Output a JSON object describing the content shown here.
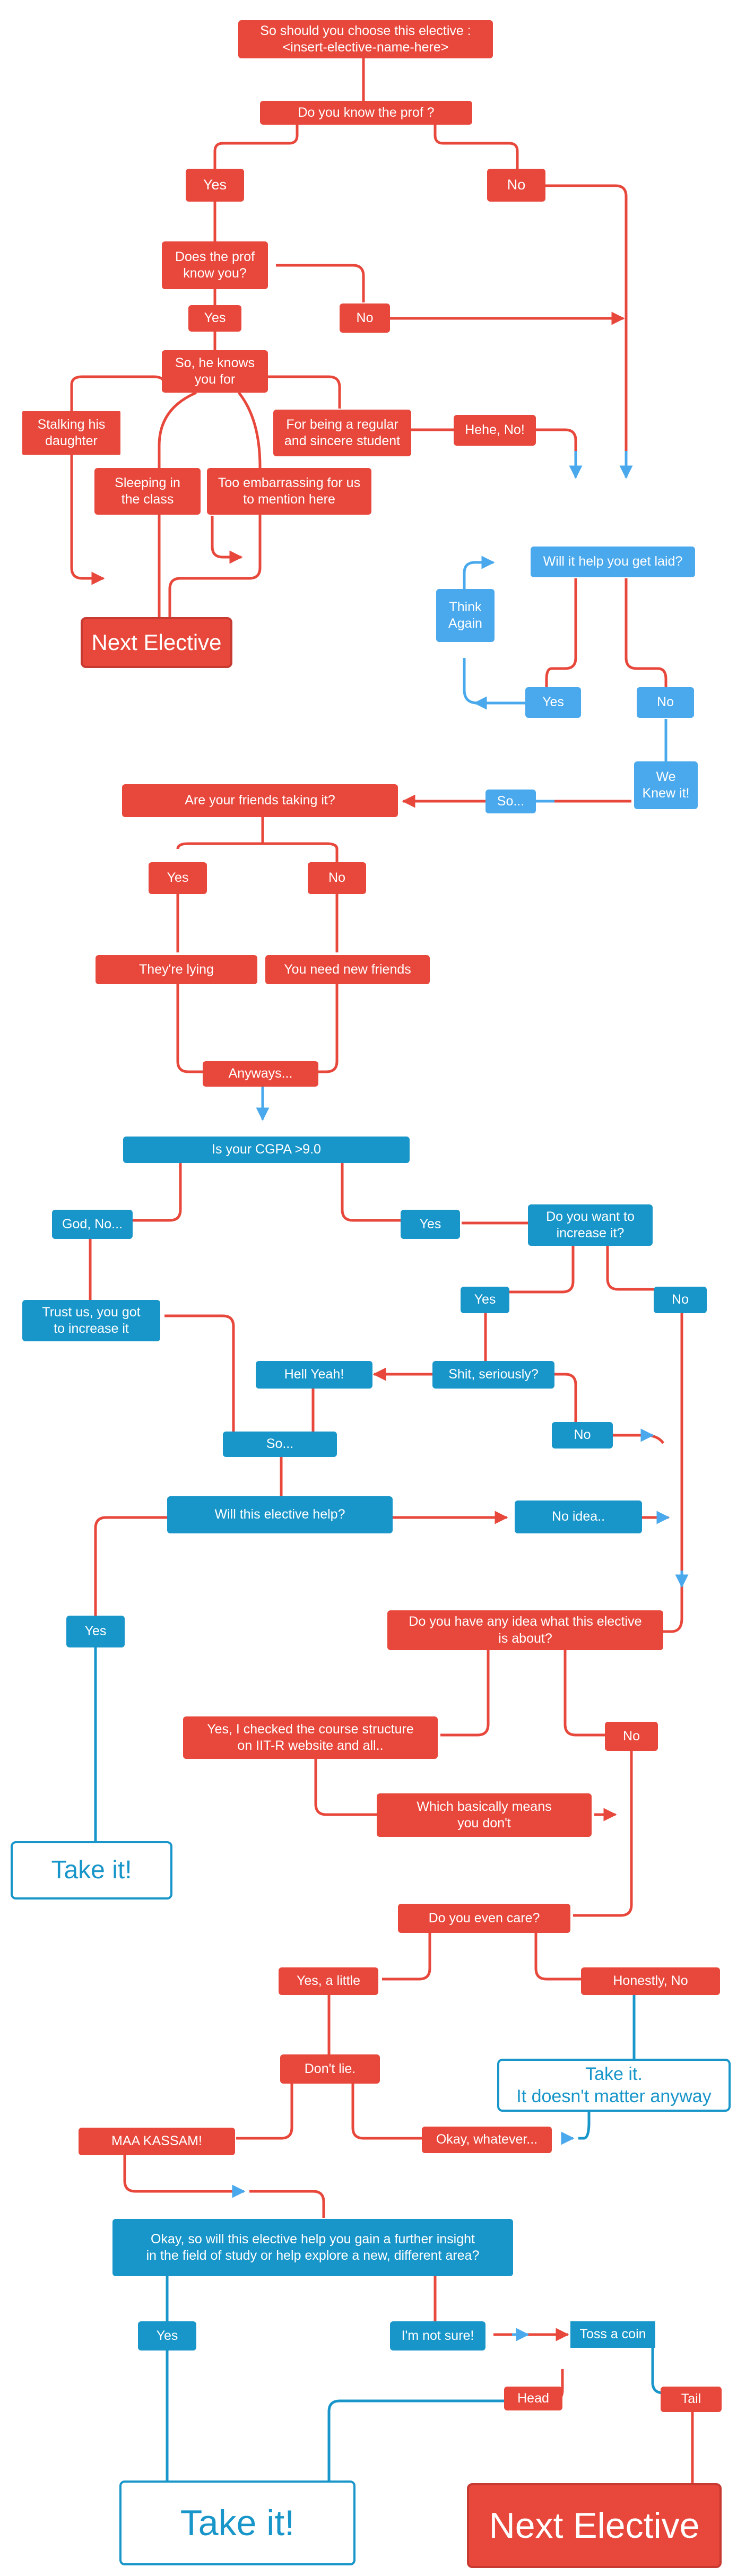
{
  "colors": {
    "red": "#e8473b",
    "blue": "#1895c9",
    "light_blue": "#4aa8ec",
    "white": "#ffffff"
  },
  "nodes": {
    "start": "So should you choose this elective :\n<insert-elective-name-here>",
    "know_prof": "Do you know the prof ?",
    "yes1": "Yes",
    "no1": "No",
    "prof_knows": "Does the prof\nknow you?",
    "yes2": "Yes",
    "no2": "No",
    "he_knows": "So, he knows\nyou for",
    "stalking": "Stalking his\ndaughter",
    "sleeping": "Sleeping in\nthe class",
    "embarrassing": "Too embarrassing for us\nto mention here",
    "regular": "For being a regular\nand sincere student",
    "hehe": "Hehe, No!",
    "next_elective_1": "Next Elective",
    "laid": "Will it help you get laid?",
    "think_again": "Think\nAgain",
    "yes3": "Yes",
    "no3": "No",
    "knew_it": "We\nKnew it!",
    "so1": "So...",
    "friends": "Are your friends taking it?",
    "yes4": "Yes",
    "no4": "No",
    "lying": "They're lying",
    "new_friends": "You need new friends",
    "anyways": "Anyways...",
    "cgpa": "Is your CGPA >9.0",
    "god_no": "God, No...",
    "yes5": "Yes",
    "increase": "Do you want to\nincrease it?",
    "trust": "Trust us, you got\nto increase it",
    "yes6": "Yes",
    "no6": "No",
    "seriously": "Shit, seriously?",
    "hell_yeah": "Hell Yeah!",
    "no7": "No",
    "so2": "So...",
    "help": "Will this elective help?",
    "no_idea": "No idea..",
    "yes7": "Yes",
    "any_idea": "Do you have any idea what this elective\nis about?",
    "checked": "Yes, I checked the course structure\non IIT-R website and all..",
    "no8": "No",
    "which_means": "Which basically means\nyou don't",
    "take_it_1": "Take it!",
    "care": "Do you even care?",
    "yes_little": "Yes, a little",
    "honestly_no": "Honestly, No",
    "dont_lie": "Don't lie.",
    "take_it_matter": "Take it.\nIt doesn't matter anyway",
    "maa": "MAA KASSAM!",
    "okay_whatever": "Okay, whatever...",
    "insight": "Okay, so will this elective help you gain a further insight\nin the field of study or help explore a new,  different area?",
    "yes8": "Yes",
    "not_sure": "I'm not sure!",
    "toss": "Toss a coin",
    "head": "Head",
    "tail": "Tail",
    "take_it_2": "Take it!",
    "next_elective_2": "Next Elective"
  }
}
